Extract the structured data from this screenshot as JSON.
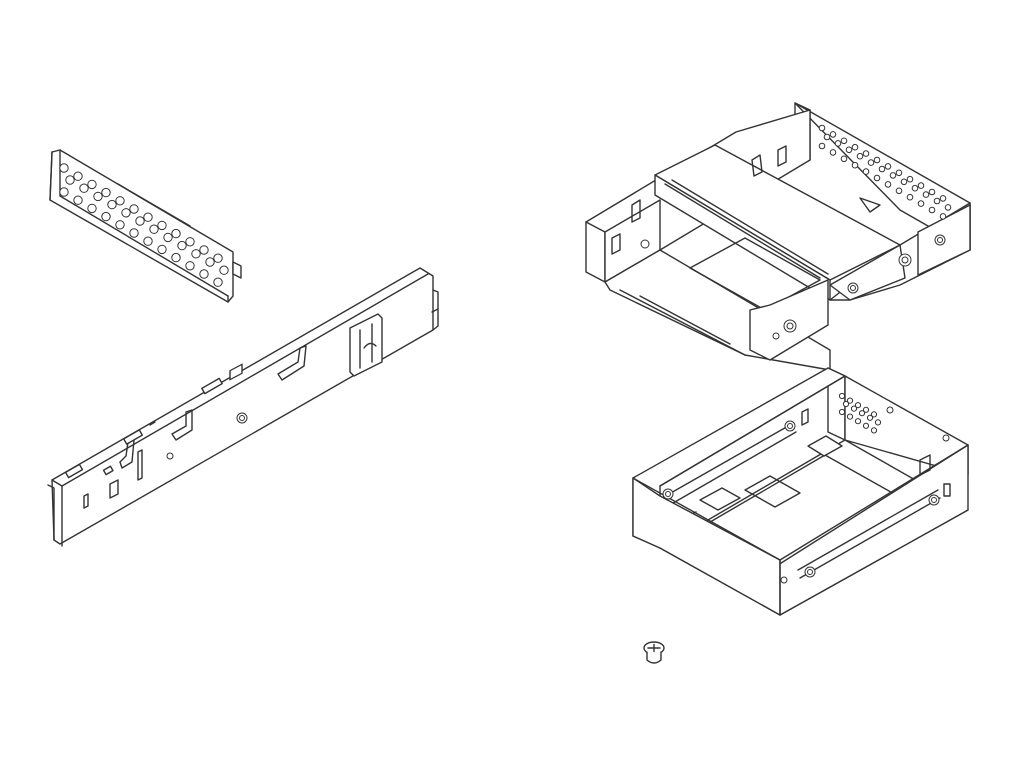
{
  "colors": {
    "line": "#333333",
    "background": "#ffffff"
  },
  "parts": [
    {
      "id": "perforated-cover-plate"
    },
    {
      "id": "mounting-rail"
    },
    {
      "id": "dual-bay-frame-525"
    },
    {
      "id": "drive-tray-35"
    },
    {
      "id": "mounting-screw"
    }
  ]
}
